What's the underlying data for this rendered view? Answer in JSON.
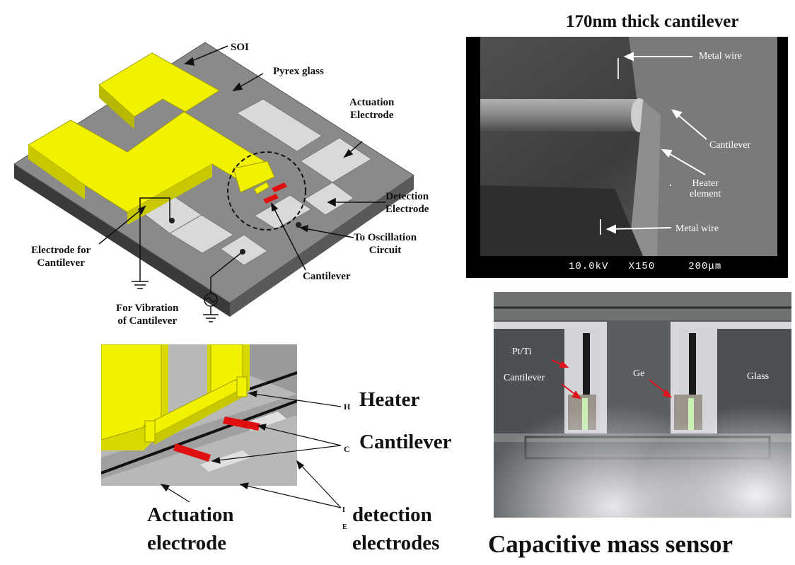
{
  "top_left_diagram": {
    "labels": {
      "soi": "SOI",
      "pyrex_glass": "Pyrex glass",
      "actuation_electrode": "Actuation\nElectrode",
      "detection_electrode": "Detection\nElectrode",
      "to_oscillation_circuit": "To Oscillation\nCircuit",
      "cantilever": "Cantilever",
      "electrode_for_cantilever": "Electrode for\nCantilever",
      "for_vibration": "For Vibration\nof Cantilever"
    }
  },
  "sem_image": {
    "title": "170nm thick cantilever",
    "labels": {
      "metal_wire_top": "Metal wire",
      "cantilever": "Cantilever",
      "heater_element": "Heater\nelement",
      "metal_wire_bottom": "Metal wire"
    },
    "scalebar": "10.0kV   X150     200μm"
  },
  "closeup_diagram": {
    "labels": {
      "heater": "Heater",
      "cantilever": "Cantilever",
      "actuation_electrode": "Actuation\nelectrode",
      "detection_electrodes": "detection\nelectrodes"
    },
    "tiny_letters": {
      "h": "H",
      "c": "C",
      "i": "I",
      "e": "E"
    }
  },
  "micrograph": {
    "labels": {
      "pt_ti": "Pt/Ti",
      "cantilever": "Cantilever",
      "ge": "Ge",
      "glass": "Glass"
    },
    "caption": "Capacitive mass sensor"
  },
  "colors": {
    "soi_yellow": "#f2f200",
    "glass_gray": "#8a8a8a",
    "electrode_light": "#d9d9d9",
    "cantilever_red": "#e01010",
    "arrow_red": "#e0141b"
  }
}
